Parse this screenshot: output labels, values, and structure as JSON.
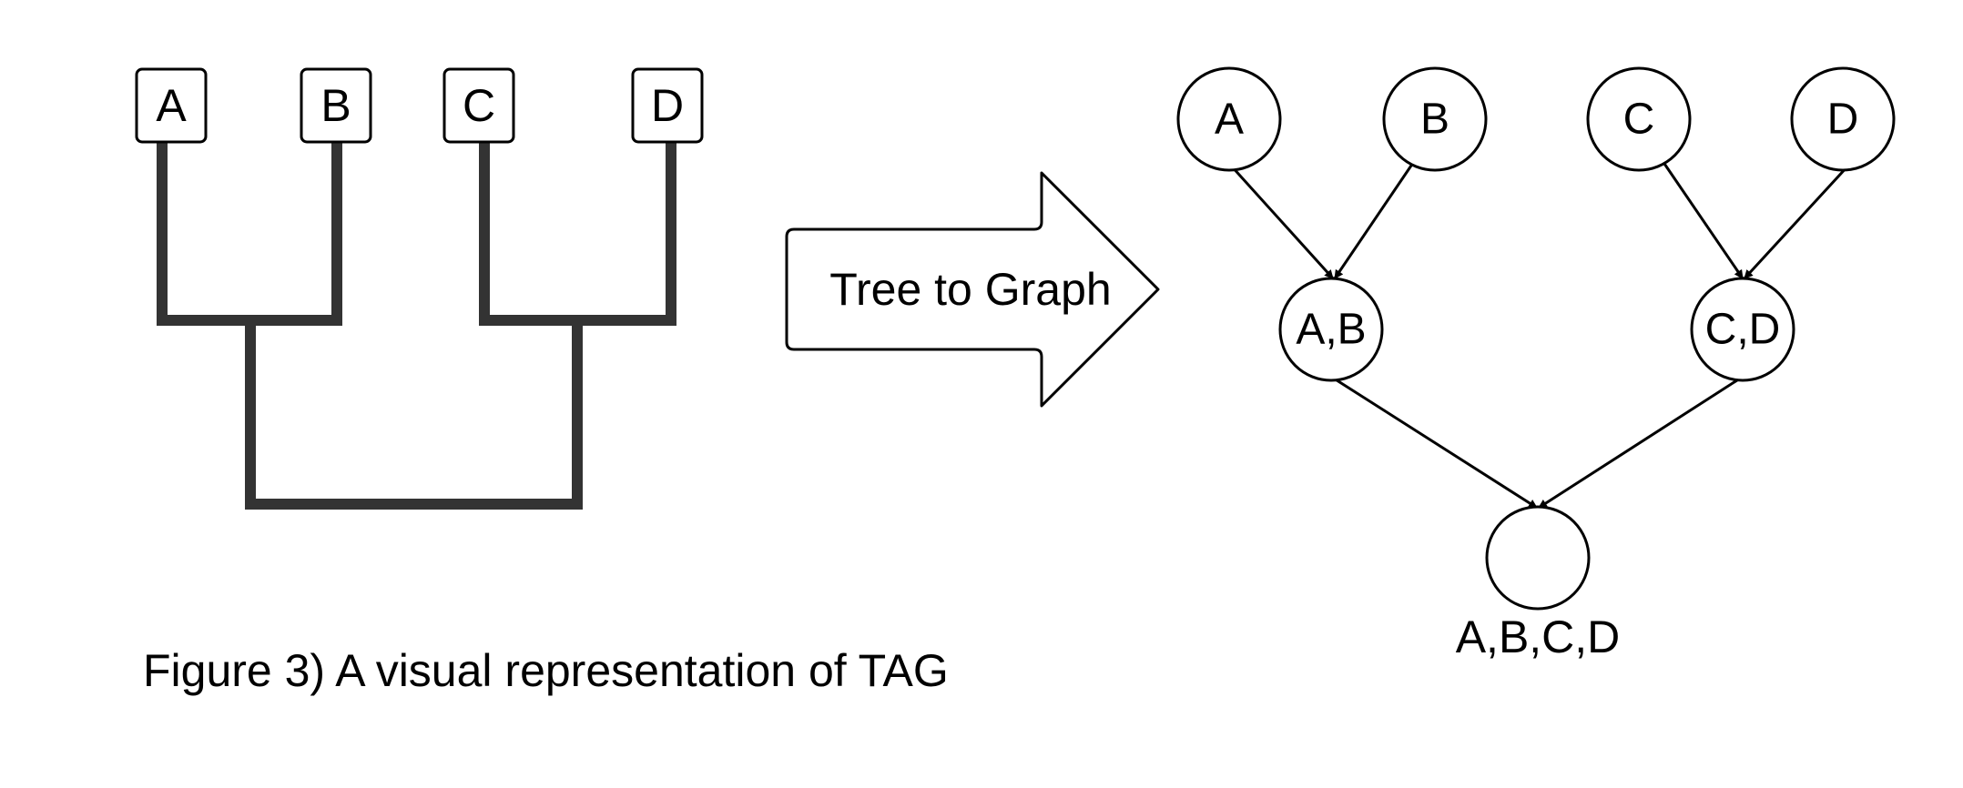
{
  "tree": {
    "leaves": [
      "A",
      "B",
      "C",
      "D"
    ]
  },
  "arrow": {
    "label": "Tree to Graph"
  },
  "graph": {
    "nodes": {
      "a": "A",
      "b": "B",
      "c": "C",
      "d": "D",
      "ab": "A,B",
      "cd": "C,D",
      "root": ""
    },
    "root_label": "A,B,C,D"
  },
  "caption": "Figure 3) A visual representation of TAG",
  "colors": {
    "tree_branch": "#333333",
    "outline": "#000000",
    "background": "#ffffff"
  }
}
